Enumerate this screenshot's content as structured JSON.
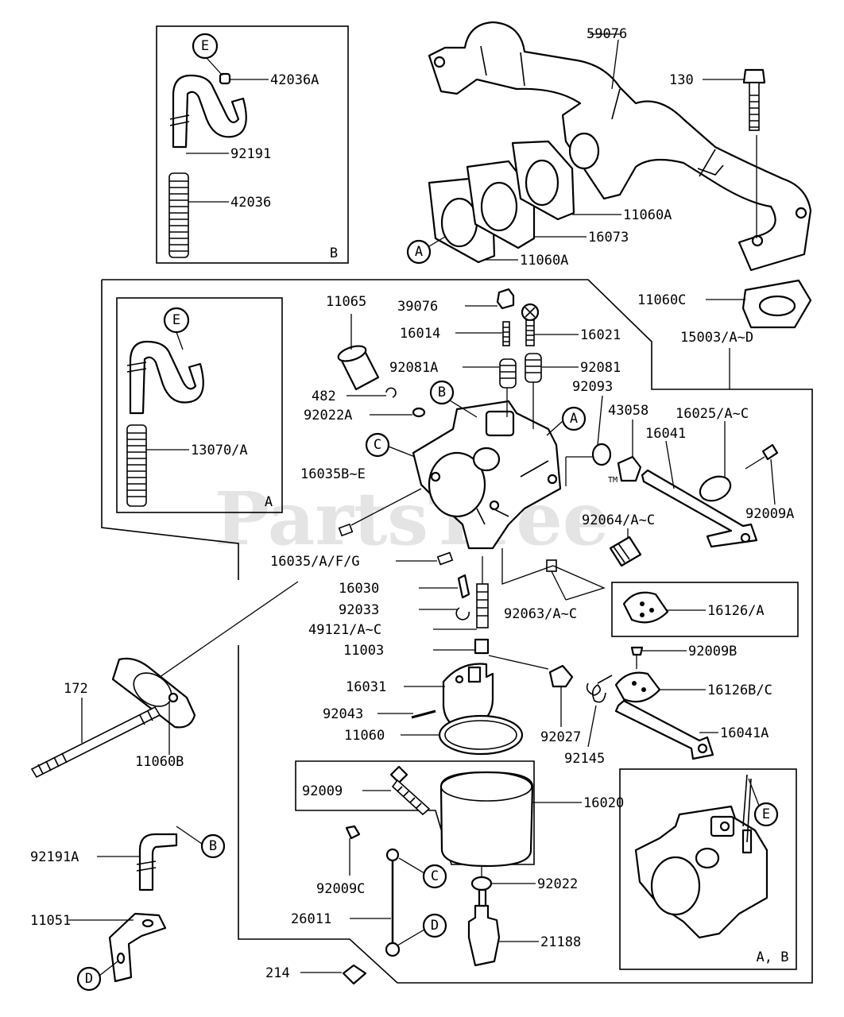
{
  "diagram": {
    "watermark": "PartsTree",
    "watermark_tm": "TM",
    "box_label_a": "A",
    "box_label_b": "B",
    "box_label_ab": "A, B",
    "callouts": {
      "a1": "A",
      "a2": "A",
      "b1": "B",
      "b2": "B",
      "c1": "C",
      "c2": "C",
      "d1": "D",
      "d2": "D",
      "e1": "E",
      "e2": "E",
      "e3": "E"
    },
    "parts": {
      "p59076": "59076",
      "p130": "130",
      "p42036A": "42036A",
      "p92191": "92191",
      "p42036": "42036",
      "p11060A_1": "11060A",
      "p16073": "16073",
      "p11060A_2": "11060A",
      "p11060C": "11060C",
      "p15003": "15003/A~D",
      "p11065": "11065",
      "p39076": "39076",
      "p16014": "16014",
      "p16021": "16021",
      "p92081A": "92081A",
      "p92081": "92081",
      "p482": "482",
      "p92093": "92093",
      "p92022A": "92022A",
      "p43058": "43058",
      "p16025": "16025/A~C",
      "p16041": "16041",
      "p13070": "13070/A",
      "p16035BE": "16035B~E",
      "p92009A": "92009A",
      "p92064": "92064/A~C",
      "p16035AFG": "16035/A/F/G",
      "p16030": "16030",
      "p92033": "92033",
      "p49121": "49121/A~C",
      "p92063": "92063/A~C",
      "p16126A": "16126/A",
      "p11003": "11003",
      "p92009B": "92009B",
      "p16031": "16031",
      "p16126BC": "16126B/C",
      "p172": "172",
      "p92043": "92043",
      "p16041A": "16041A",
      "p11060": "11060",
      "p92027": "92027",
      "p92145": "92145",
      "p11060B": "11060B",
      "p92009": "92009",
      "p16020": "16020",
      "p92191A": "92191A",
      "p92009C": "92009C",
      "p92022": "92022",
      "p11051": "11051",
      "p26011": "26011",
      "p21188": "21188",
      "p214": "214"
    }
  }
}
